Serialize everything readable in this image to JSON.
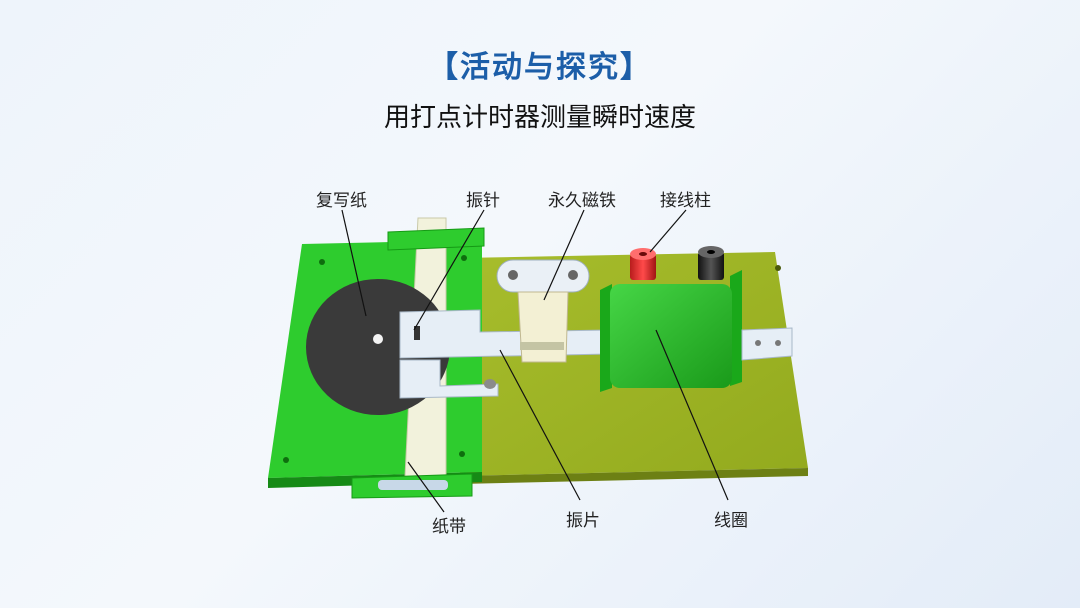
{
  "title": "【活动与探究】",
  "subtitle": "用打点计时器测量瞬时速度",
  "labels": {
    "carbon_paper": "复写纸",
    "vibration_needle": "振针",
    "permanent_magnet": "永久磁铁",
    "terminal": "接线柱",
    "paper_tape": "纸带",
    "vibration_plate": "振片",
    "coil": "线圈"
  }
}
